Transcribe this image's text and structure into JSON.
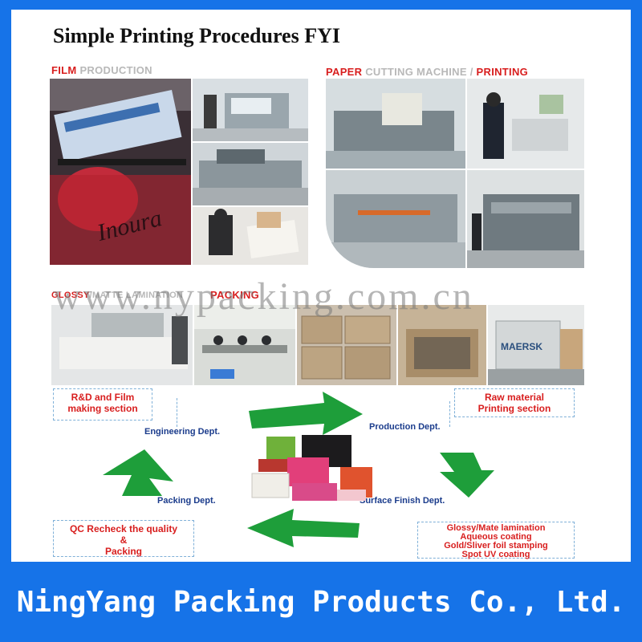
{
  "title": "Simple Printing Procedures FYI",
  "sections": {
    "film": {
      "red": "FILM",
      "grey": " PRODUCTION"
    },
    "paper": {
      "red": "PAPER",
      "grey": " CUTTING MACHINE / ",
      "red2": "PRINTING"
    },
    "glossy": {
      "red": "GLOSSY",
      "grey": "/MATTE LAMINATION"
    },
    "packing": {
      "red": "PACKING"
    }
  },
  "watermark": "www.nypacking.com.cn",
  "boxes": {
    "rd": [
      "R&D and Film",
      "making section"
    ],
    "raw": [
      "Raw material",
      "Printing section"
    ],
    "qc": [
      "QC Recheck the quality",
      "&",
      "Packing"
    ],
    "surface": [
      "Glossy/Mate lamination",
      "Aqueous coating",
      "Gold/Sliver foil stamping",
      "Spot UV coating"
    ]
  },
  "depts": {
    "engineering": "Engineering Dept.",
    "production": "Production Dept.",
    "surface": "Surface Finish Dept.",
    "packing": "Packing Dept."
  },
  "container_text": "MAERSK",
  "film_text": "Inoura",
  "footer": "NingYang Packing Products Co., Ltd.",
  "colors": {
    "frame": "#1673e8",
    "red": "#d81e1e",
    "arrow": "#1e9e3a",
    "dept_text": "#1b3c8c"
  }
}
